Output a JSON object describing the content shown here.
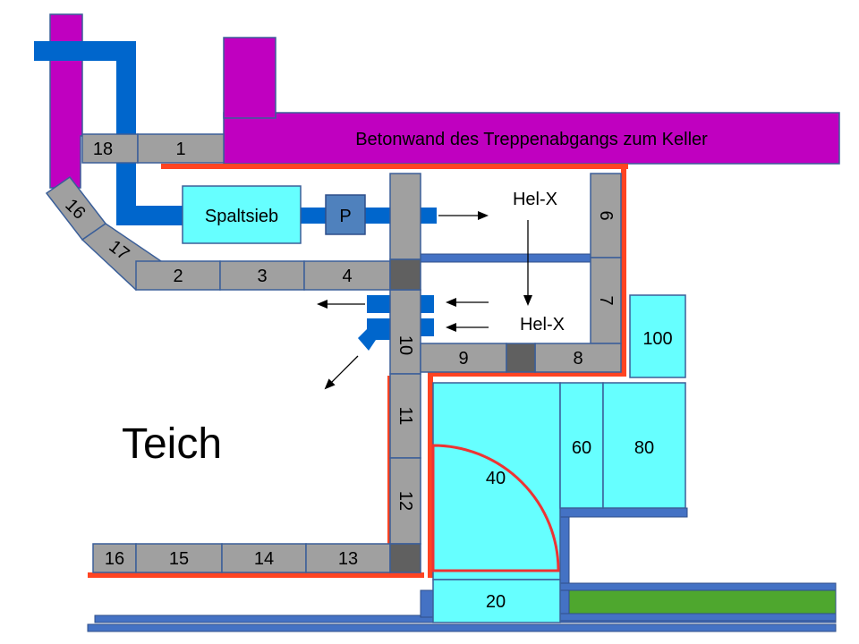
{
  "wall": {
    "label": "Betonwand des Treppenabgangs zum Keller",
    "color": "#c000c0"
  },
  "pond": {
    "label": "Teich"
  },
  "filter": {
    "label": "Spaltsieb"
  },
  "pump": {
    "label": "P"
  },
  "uvc_top": {
    "label": "Hel-X"
  },
  "uvc_bottom": {
    "label": "Hel-X"
  },
  "blocks": {
    "b1": "1",
    "b2": "2",
    "b3": "3",
    "b4": "4",
    "b6": "6",
    "b7": "7",
    "b8": "8",
    "b9": "9",
    "b10": "10",
    "b11": "11",
    "b12": "12",
    "b13": "13",
    "b14": "14",
    "b15": "15",
    "b16a": "16",
    "b16b": "16",
    "b17": "17",
    "b18": "18"
  },
  "basins": {
    "b20": "20",
    "b40": "40",
    "b60": "60",
    "b80": "80",
    "b100": "100"
  },
  "colors": {
    "stone": "#a0a0a0",
    "stone_dark": "#606060",
    "basin": "#66ffff",
    "pipe": "#0066cc",
    "edge": "#4472c4",
    "liner": "#ff4422",
    "grass": "#4ea72e"
  }
}
